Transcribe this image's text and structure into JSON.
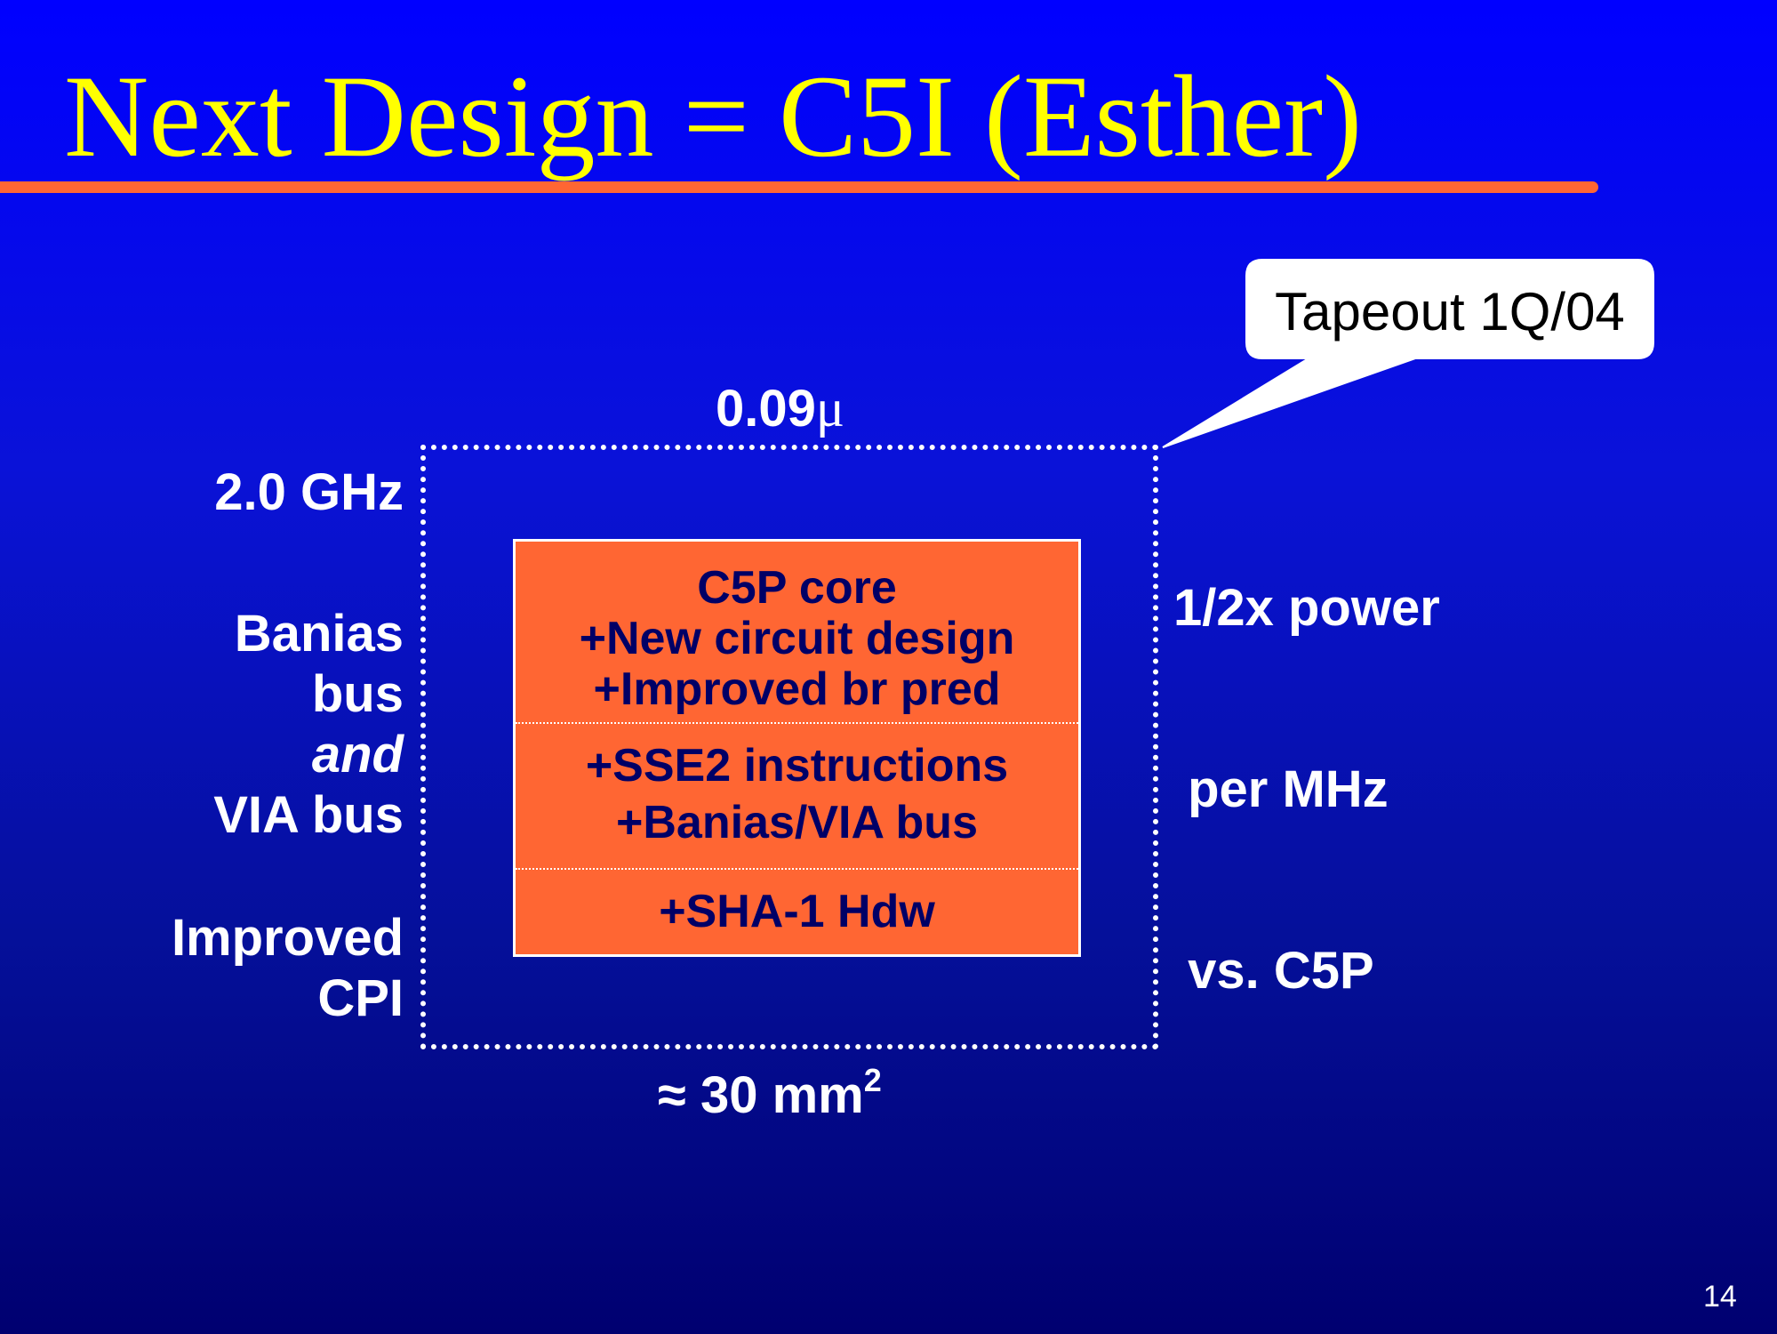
{
  "slide": {
    "title": "Next Design =  C5I (Esther)",
    "page_number": "14"
  },
  "callout": {
    "text": "Tapeout 1Q/04"
  },
  "die": {
    "process": "0.09",
    "process_unit": "μ",
    "area_prefix": "≈ 30 mm",
    "area_exponent": "2"
  },
  "left_labels": {
    "frequency": "2.0 GHz",
    "bus": [
      "Banias",
      "bus",
      "and",
      "VIA bus"
    ],
    "cpi": [
      "Improved",
      "CPI"
    ]
  },
  "right_labels": {
    "power": [
      "1/2x power",
      " per MHz",
      " vs. C5P"
    ]
  },
  "core": {
    "section1": [
      "C5P core",
      "+New circuit design",
      "+Improved br pred"
    ],
    "section2": [
      "+SSE2 instructions",
      "+Banias/VIA bus"
    ],
    "section3": [
      "+SHA-1 Hdw"
    ]
  },
  "colors": {
    "title": "#ffff00",
    "rule": "#ff6633",
    "core_fill": "#ff6633",
    "core_text": "#000066",
    "label_text": "#ffffff",
    "background_top": "#0000ff",
    "background_bottom": "#000070"
  }
}
